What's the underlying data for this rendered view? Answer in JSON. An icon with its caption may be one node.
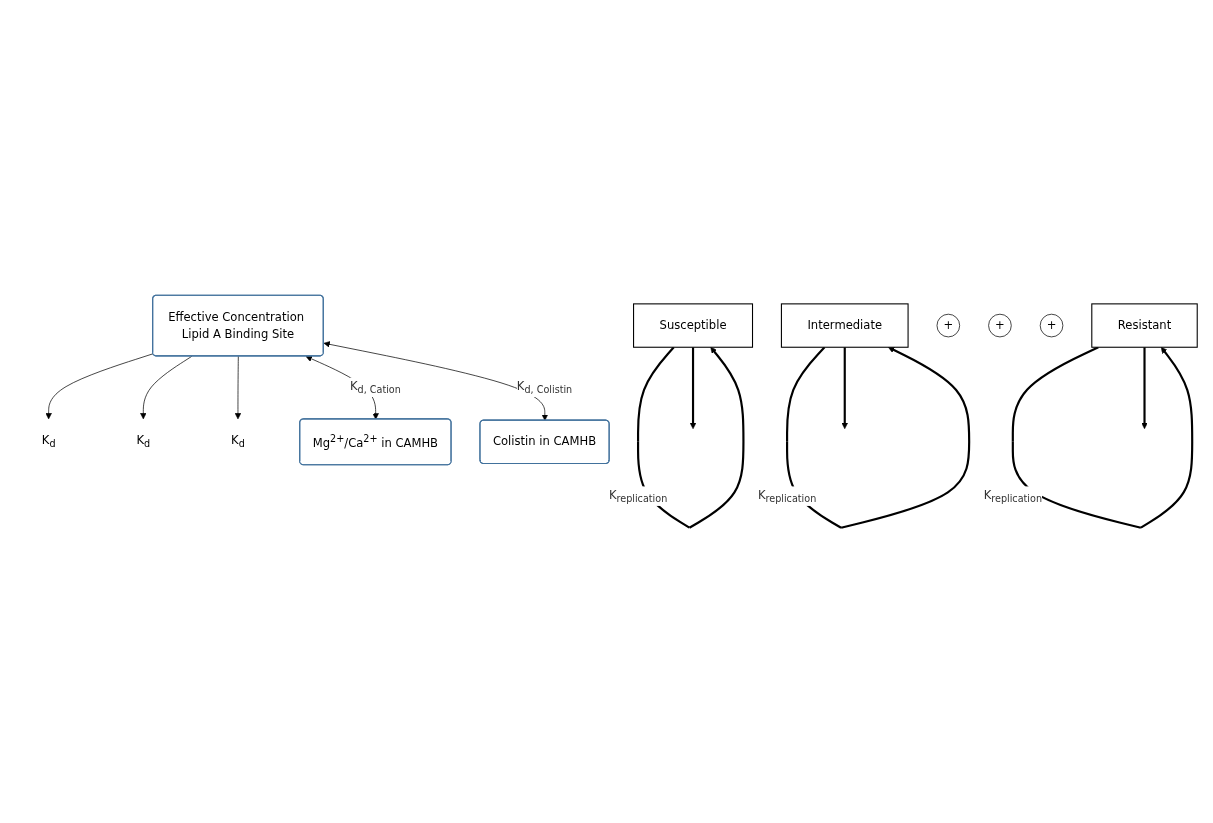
{
  "diagram": {
    "nodes": [
      {
        "text": [
          "Susceptible"
        ]
      },
      {
        "text": [
          "Intermediate"
        ]
      },
      {
        "text": [
          "Resistant"
        ]
      },
      {
        "text": [
          "K$_{d}$"
        ]
      },
      {
        "text": [
          "K$_{d}$"
        ]
      },
      {
        "text": [
          "K$_{d}$"
        ]
      },
      {
        "text": [
          "+"
        ]
      },
      {
        "text": [
          "+"
        ]
      },
      {
        "text": [
          "+"
        ]
      },
      {
        "text": [
          "Effective Concentration Lipid A Binding Site"
        ]
      },
      {
        "text": [
          "Mg$^{2+}$/Ca$^{2+}$ in CAMHB"
        ]
      },
      {
        "text": [
          "Colistin in CAMHB"
        ]
      }
    ],
    "edges": [
      {
        "from": 0,
        "to": 0,
        "arrow": "to",
        "label": "K$_{replication}$"
      },
      {
        "from": 1,
        "to": 1,
        "arrow": "to",
        "label": "K$_{replication}$"
      },
      {
        "from": 2,
        "to": 2,
        "arrow": "to",
        "label": "K$_{replication}$"
      },
      {
        "from": 0,
        "to": null,
        "arrow": "to"
      },
      {
        "from": 1,
        "to": null,
        "arrow": "to"
      },
      {
        "from": 2,
        "to": null,
        "arrow": "to"
      },
      {
        "from": 9,
        "to": 3,
        "arrow": "to"
      },
      {
        "from": 9,
        "to": 4,
        "arrow": "to"
      },
      {
        "from": 9,
        "to": 5,
        "arrow": "to"
      },
      {
        "from": 9,
        "to": 10,
        "arrow": "both",
        "label": "K$_{d, Cation}$"
      },
      {
        "from": 9,
        "to": 11,
        "arrow": "both",
        "label": "K$_{d, Colistin}$"
      }
    ]
  }
}
